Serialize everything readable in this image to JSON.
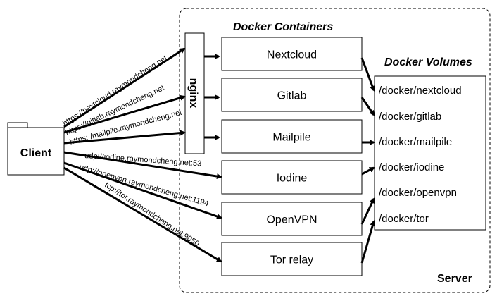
{
  "server": {
    "label": "Server"
  },
  "containers_heading": "Docker Containers",
  "volumes_heading": "Docker Volumes",
  "client": {
    "label": "Client"
  },
  "proxy": {
    "label": "nginx"
  },
  "containers": [
    {
      "id": "nextcloud",
      "label": "Nextcloud"
    },
    {
      "id": "gitlab",
      "label": "Gitlab"
    },
    {
      "id": "mailpile",
      "label": "Mailpile"
    },
    {
      "id": "iodine",
      "label": "Iodine"
    },
    {
      "id": "openvpn",
      "label": "OpenVPN"
    },
    {
      "id": "tor",
      "label": "Tor relay"
    }
  ],
  "volumes": [
    {
      "id": "nextcloud",
      "label": "/docker/nextcloud"
    },
    {
      "id": "gitlab",
      "label": "/docker/gitlab"
    },
    {
      "id": "mailpile",
      "label": "/docker/mailpile"
    },
    {
      "id": "iodine",
      "label": "/docker/iodine"
    },
    {
      "id": "openvpn",
      "label": "/docker/openvpn"
    },
    {
      "id": "tor",
      "label": "/docker/tor"
    }
  ],
  "connections": [
    {
      "id": "nextcloud",
      "label": "https://nextcloud.raymondcheng.net"
    },
    {
      "id": "gitlab",
      "label": "https://gitlab.raymondcheng.net"
    },
    {
      "id": "mailpile",
      "label": "https://mailpile.raymondcheng.net"
    },
    {
      "id": "iodine",
      "label": "udp://iodine.raymondcheng.net:53"
    },
    {
      "id": "openvpn",
      "label": "udp://openvpn.raymondcheng.net:1194"
    },
    {
      "id": "tor",
      "label": "tcp://tor.raymondcheng.net:9050"
    }
  ]
}
